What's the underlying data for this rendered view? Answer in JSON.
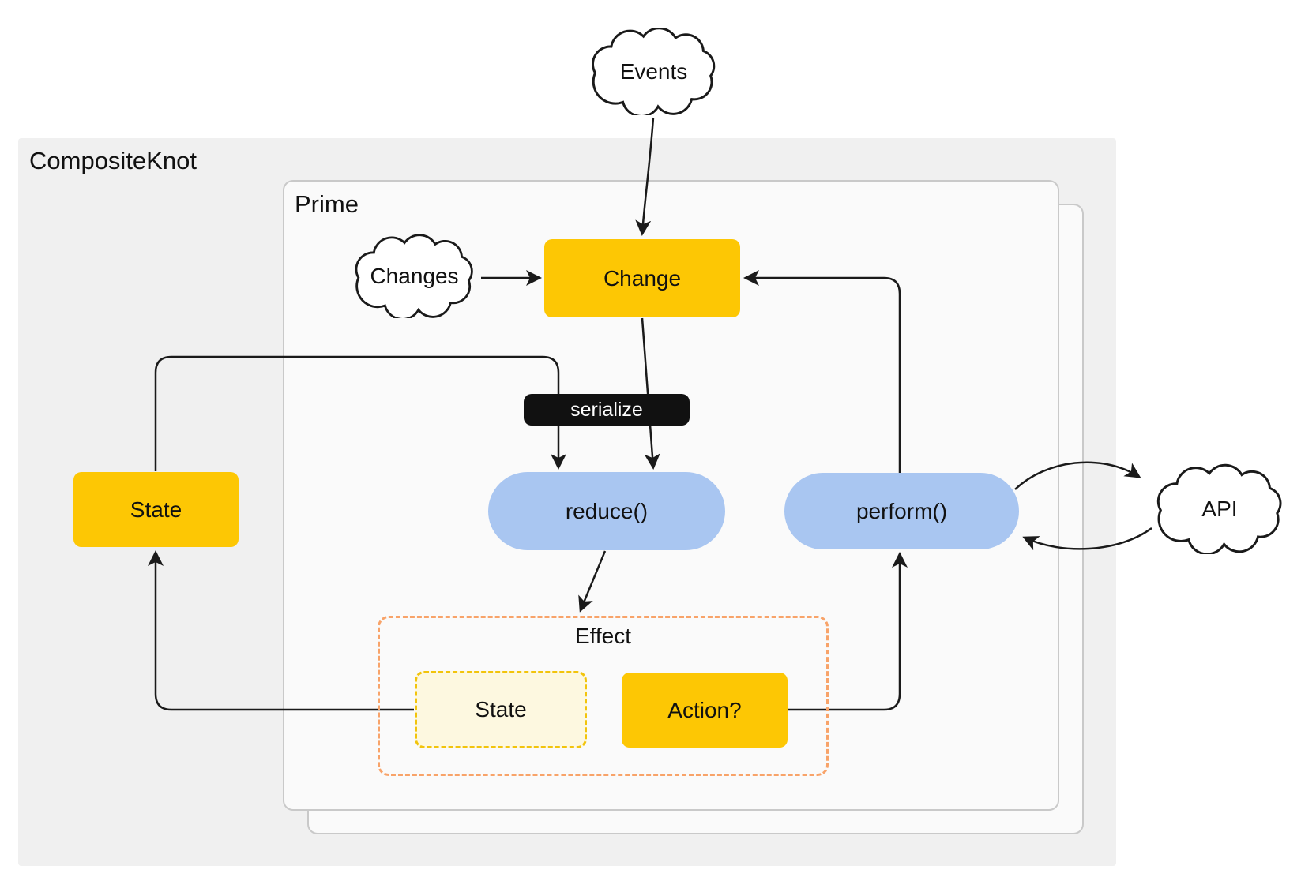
{
  "diagram": {
    "composite_label": "CompositeKnot",
    "prime_label": "Prime",
    "effect_label": "Effect",
    "nodes": {
      "events_cloud": "Events",
      "changes_cloud": "Changes",
      "change_box": "Change",
      "serialize_pill": "serialize",
      "reduce_pill": "reduce()",
      "perform_pill": "perform()",
      "state_box": "State",
      "effect_state_box": "State",
      "effect_action_box": "Action?",
      "api_cloud": "API"
    },
    "edges": [
      {
        "from": "Events",
        "to": "Change"
      },
      {
        "from": "Changes",
        "to": "Change"
      },
      {
        "from": "Change",
        "to": "reduce()",
        "via": "serialize"
      },
      {
        "from": "State",
        "to": "reduce()",
        "via": "serialize"
      },
      {
        "from": "reduce()",
        "to": "Effect"
      },
      {
        "from": "Effect State",
        "to": "State"
      },
      {
        "from": "Effect Action?",
        "to": "perform()"
      },
      {
        "from": "perform()",
        "to": "Change"
      },
      {
        "from": "perform()",
        "to": "API"
      },
      {
        "from": "API",
        "to": "perform()"
      }
    ],
    "colors": {
      "yellow": "#FDC704",
      "blue": "#A9C6F1",
      "cream": "#FDF8E0",
      "cream_border": "#F2C40C",
      "effect_border": "#F8A369",
      "serialize_bg": "#111111",
      "panel_fill": "#FAFAFA",
      "panel_border": "#C9C9C9",
      "outer_fill": "#F0F0F0",
      "line": "#1A1A1A",
      "text": "#111111"
    }
  }
}
